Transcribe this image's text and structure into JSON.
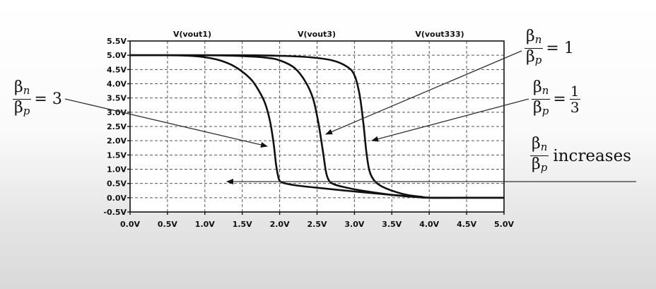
{
  "chart_data": {
    "type": "line",
    "xlim": [
      0,
      5
    ],
    "ylim": [
      -0.5,
      5.5
    ],
    "grid": true,
    "x_ticks": [
      "0.0V",
      "0.5V",
      "1.0V",
      "1.5V",
      "2.0V",
      "2.5V",
      "3.0V",
      "3.5V",
      "4.0V",
      "4.5V",
      "5.0V"
    ],
    "y_ticks": [
      "5.5V",
      "5.0V",
      "4.5V",
      "4.0V",
      "3.5V",
      "3.0V",
      "2.5V",
      "2.0V",
      "1.5V",
      "1.0V",
      "0.5V",
      "0.0V",
      "-0.5V"
    ],
    "legend_placement": "top",
    "series": [
      {
        "name": "V(vout1)",
        "x": [
          0,
          0.5,
          0.8,
          1.0,
          1.2,
          1.4,
          1.6,
          1.7,
          1.8,
          1.87,
          1.92,
          1.95,
          1.98,
          2.0,
          2.05,
          2.2,
          2.5,
          3.0,
          3.5,
          3.8,
          4.0,
          4.5,
          5.0
        ],
        "y": [
          5.0,
          5.0,
          4.98,
          4.93,
          4.82,
          4.6,
          4.2,
          3.85,
          3.35,
          2.7,
          1.9,
          1.2,
          0.75,
          0.6,
          0.52,
          0.44,
          0.35,
          0.22,
          0.1,
          0.04,
          0.0,
          0.0,
          0.0
        ]
      },
      {
        "name": "V(vout3)",
        "x": [
          0,
          1.0,
          1.4,
          1.8,
          2.0,
          2.2,
          2.35,
          2.45,
          2.52,
          2.58,
          2.62,
          2.66,
          2.72,
          2.85,
          3.1,
          3.5,
          3.8,
          4.0,
          4.5,
          5.0
        ],
        "y": [
          5.0,
          5.0,
          4.98,
          4.92,
          4.82,
          4.55,
          4.05,
          3.45,
          2.6,
          1.6,
          0.9,
          0.6,
          0.48,
          0.38,
          0.25,
          0.1,
          0.03,
          0.0,
          0.0,
          0.0
        ]
      },
      {
        "name": "V(vout333)",
        "x": [
          0,
          1.5,
          2.0,
          2.4,
          2.7,
          2.9,
          3.0,
          3.07,
          3.12,
          3.16,
          3.2,
          3.26,
          3.35,
          3.5,
          3.7,
          3.9,
          4.0,
          4.5,
          5.0
        ],
        "y": [
          5.0,
          5.0,
          4.98,
          4.93,
          4.82,
          4.6,
          4.3,
          3.6,
          2.6,
          1.6,
          0.95,
          0.62,
          0.42,
          0.25,
          0.1,
          0.03,
          0.0,
          0.0,
          0.0
        ]
      }
    ]
  },
  "annotations": [
    {
      "num_sym": "β",
      "num_sub": "n",
      "den_sym": "β",
      "den_sub": "p",
      "suffix": "= 3"
    },
    {
      "num_sym": "β",
      "num_sub": "n",
      "den_sym": "β",
      "den_sub": "p",
      "suffix": "= 1"
    },
    {
      "num_sym": "β",
      "num_sub": "n",
      "den_sym": "β",
      "den_sub": "p",
      "frac_num": "1",
      "frac_den": "3"
    },
    {
      "num_sym": "β",
      "num_sub": "n",
      "den_sym": "β",
      "den_sub": "p",
      "suffix": "increases"
    }
  ],
  "colors": {
    "curve": "#111111",
    "grid": "#555555",
    "plot_bg": "#ffffff",
    "arrow": "#333333"
  }
}
